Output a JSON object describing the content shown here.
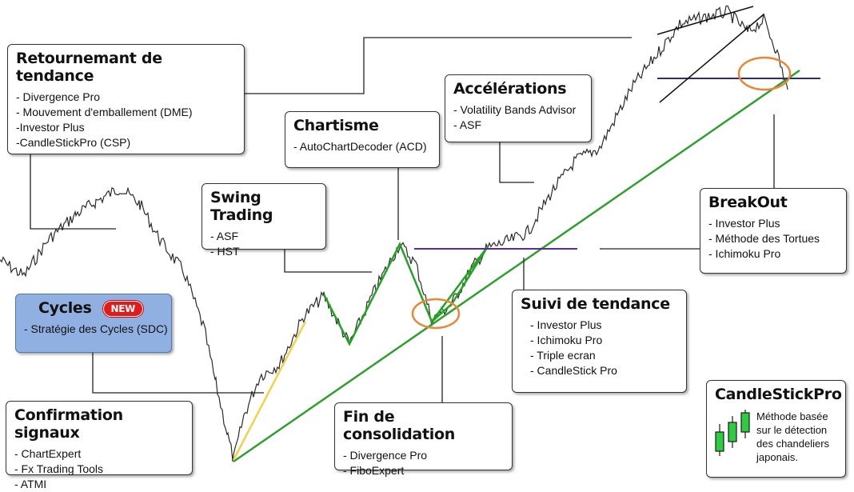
{
  "boxes": {
    "retournement": {
      "title": "Retournemant de tendance",
      "items": [
        "- Divergence Pro",
        "- Mouvement d'emballement (DME)",
        "-Investor Plus",
        "-CandleStickPro (CSP)"
      ]
    },
    "chartisme": {
      "title": "Chartisme",
      "items": [
        "- AutoChartDecoder (ACD)"
      ]
    },
    "accelerations": {
      "title": "Accélérations",
      "items": [
        "- Volatility Bands Advisor",
        "- ASF"
      ]
    },
    "swing": {
      "title": "Swing Trading",
      "items": [
        "- ASF",
        "- HST"
      ]
    },
    "breakout": {
      "title": "BreakOut",
      "items": [
        "- Investor Plus",
        "- Méthode des Tortues",
        "- Ichimoku Pro"
      ]
    },
    "cycles": {
      "title": "Cycles",
      "badge": "NEW",
      "items": [
        "- Stratégie des Cycles (SDC)"
      ]
    },
    "suivi": {
      "title": "Suivi de tendance",
      "items": [
        "- Investor Plus",
        "- Ichimoku Pro",
        "- Triple ecran",
        "- CandleStick Pro"
      ]
    },
    "confirmation": {
      "title": "Confirmation signaux",
      "items": [
        "- ChartExpert",
        "- Fx Trading Tools",
        "- ATMI"
      ]
    },
    "fin": {
      "title": "Fin de consolidation",
      "items": [
        "- Divergence Pro",
        "- FiboExpert"
      ]
    },
    "csp": {
      "title": "CandleStickPro",
      "desc": [
        "Méthode basée",
        "sur le détection",
        "des chandeliers",
        "japonais."
      ]
    }
  },
  "colors": {
    "price": "#2b2b2b",
    "trend": "#2f9e2f",
    "swing": "#23a323",
    "yellow": "#f2d24a",
    "support": "#2c2c7a",
    "circle": "#e8873a",
    "candle": "#2ecc40"
  }
}
